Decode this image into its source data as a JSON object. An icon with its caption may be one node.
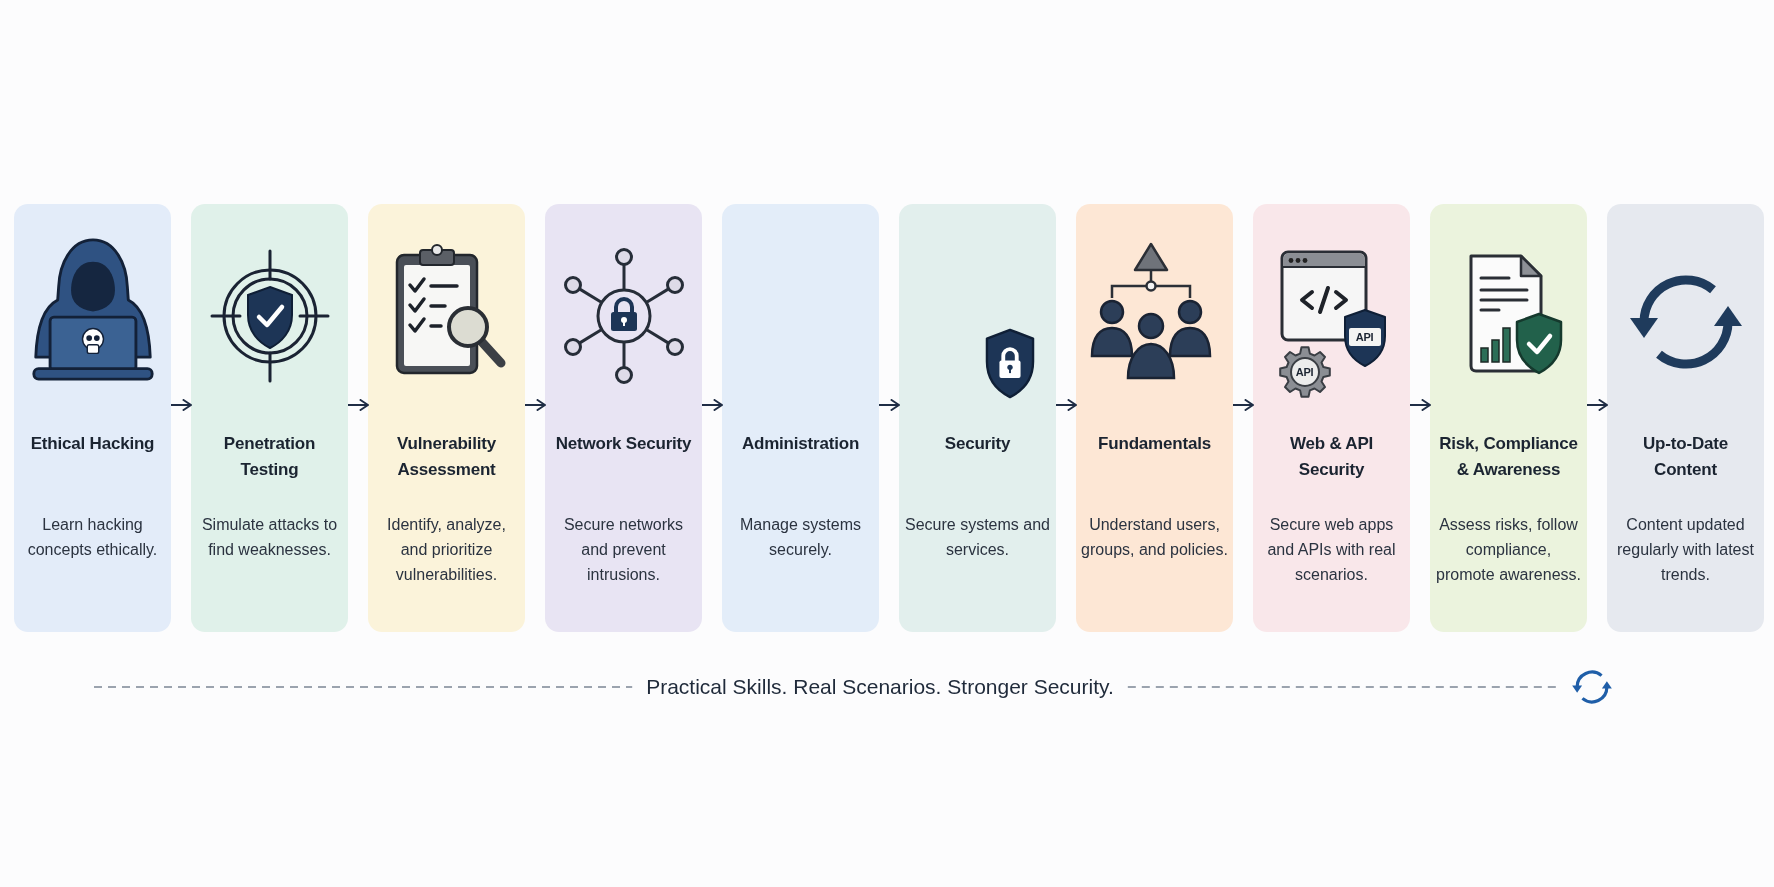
{
  "diagram": {
    "nodes": [
      {
        "text": [
          "Ethical Hacking",
          "Learn hacking concepts ethically."
        ]
      },
      {
        "text": [
          "Penetration Testing",
          "Simulate attacks to find weaknesses."
        ]
      },
      {
        "text": [
          "Vulnerability Assessment",
          "Identify, analyze, and prioritize vulnerabilities."
        ]
      },
      {
        "text": [
          "Network Security",
          "Secure networks and prevent intrusions."
        ]
      },
      {
        "text": [
          "Administration",
          "Manage systems securely."
        ]
      },
      {
        "text": [
          "Security",
          "Secure systems and services."
        ]
      },
      {
        "text": [
          "Fundamentals",
          "Understand users, groups, and policies."
        ]
      },
      {
        "text": [
          "Web & API Security",
          "Secure web apps and APIs with real scenarios."
        ]
      },
      {
        "text": [
          "Risk, Compliance & Awareness",
          "Assess risks, follow compliance, promote awareness."
        ]
      },
      {
        "text": [
          "Up-to-Date Content",
          "Content updated regularly with latest trends."
        ]
      }
    ],
    "edges": [
      {
        "from": 0,
        "to": 1,
        "arrow": "to"
      },
      {
        "from": 1,
        "to": 2,
        "arrow": "to"
      },
      {
        "from": 2,
        "to": 3,
        "arrow": "to"
      },
      {
        "from": 3,
        "to": 4,
        "arrow": "to"
      },
      {
        "from": 4,
        "to": 5,
        "arrow": "to"
      },
      {
        "from": 5,
        "to": 6,
        "arrow": "to"
      },
      {
        "from": 6,
        "to": 7,
        "arrow": "to"
      },
      {
        "from": 7,
        "to": 8,
        "arrow": "to"
      },
      {
        "from": 8,
        "to": 9,
        "arrow": "to"
      }
    ],
    "labels": [
      "API",
      "API",
      "Practical Skills. Real Scenarios. Stronger Security."
    ]
  }
}
